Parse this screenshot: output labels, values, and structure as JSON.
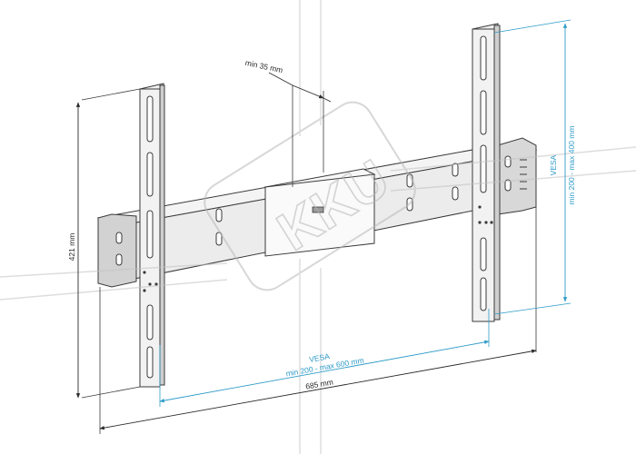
{
  "dimensions": {
    "height_label": "421 mm",
    "width_label": "685 mm",
    "depth_label": "min 35 mm",
    "vesa_h_title": "VESA",
    "vesa_h_range": "min 200 - max 600 mm",
    "vesa_v_title": "VESA",
    "vesa_v_range": "min 200 - max 400 mm"
  },
  "watermark": {
    "text": "KKU"
  },
  "colors": {
    "line": "#3a3a3a",
    "fill_light": "#eeeeee",
    "fill_mid": "#d4d4d4",
    "fill_dark": "#9a9a9a",
    "accent": "#2e9bc9",
    "watermark": "#b8b8b8"
  }
}
